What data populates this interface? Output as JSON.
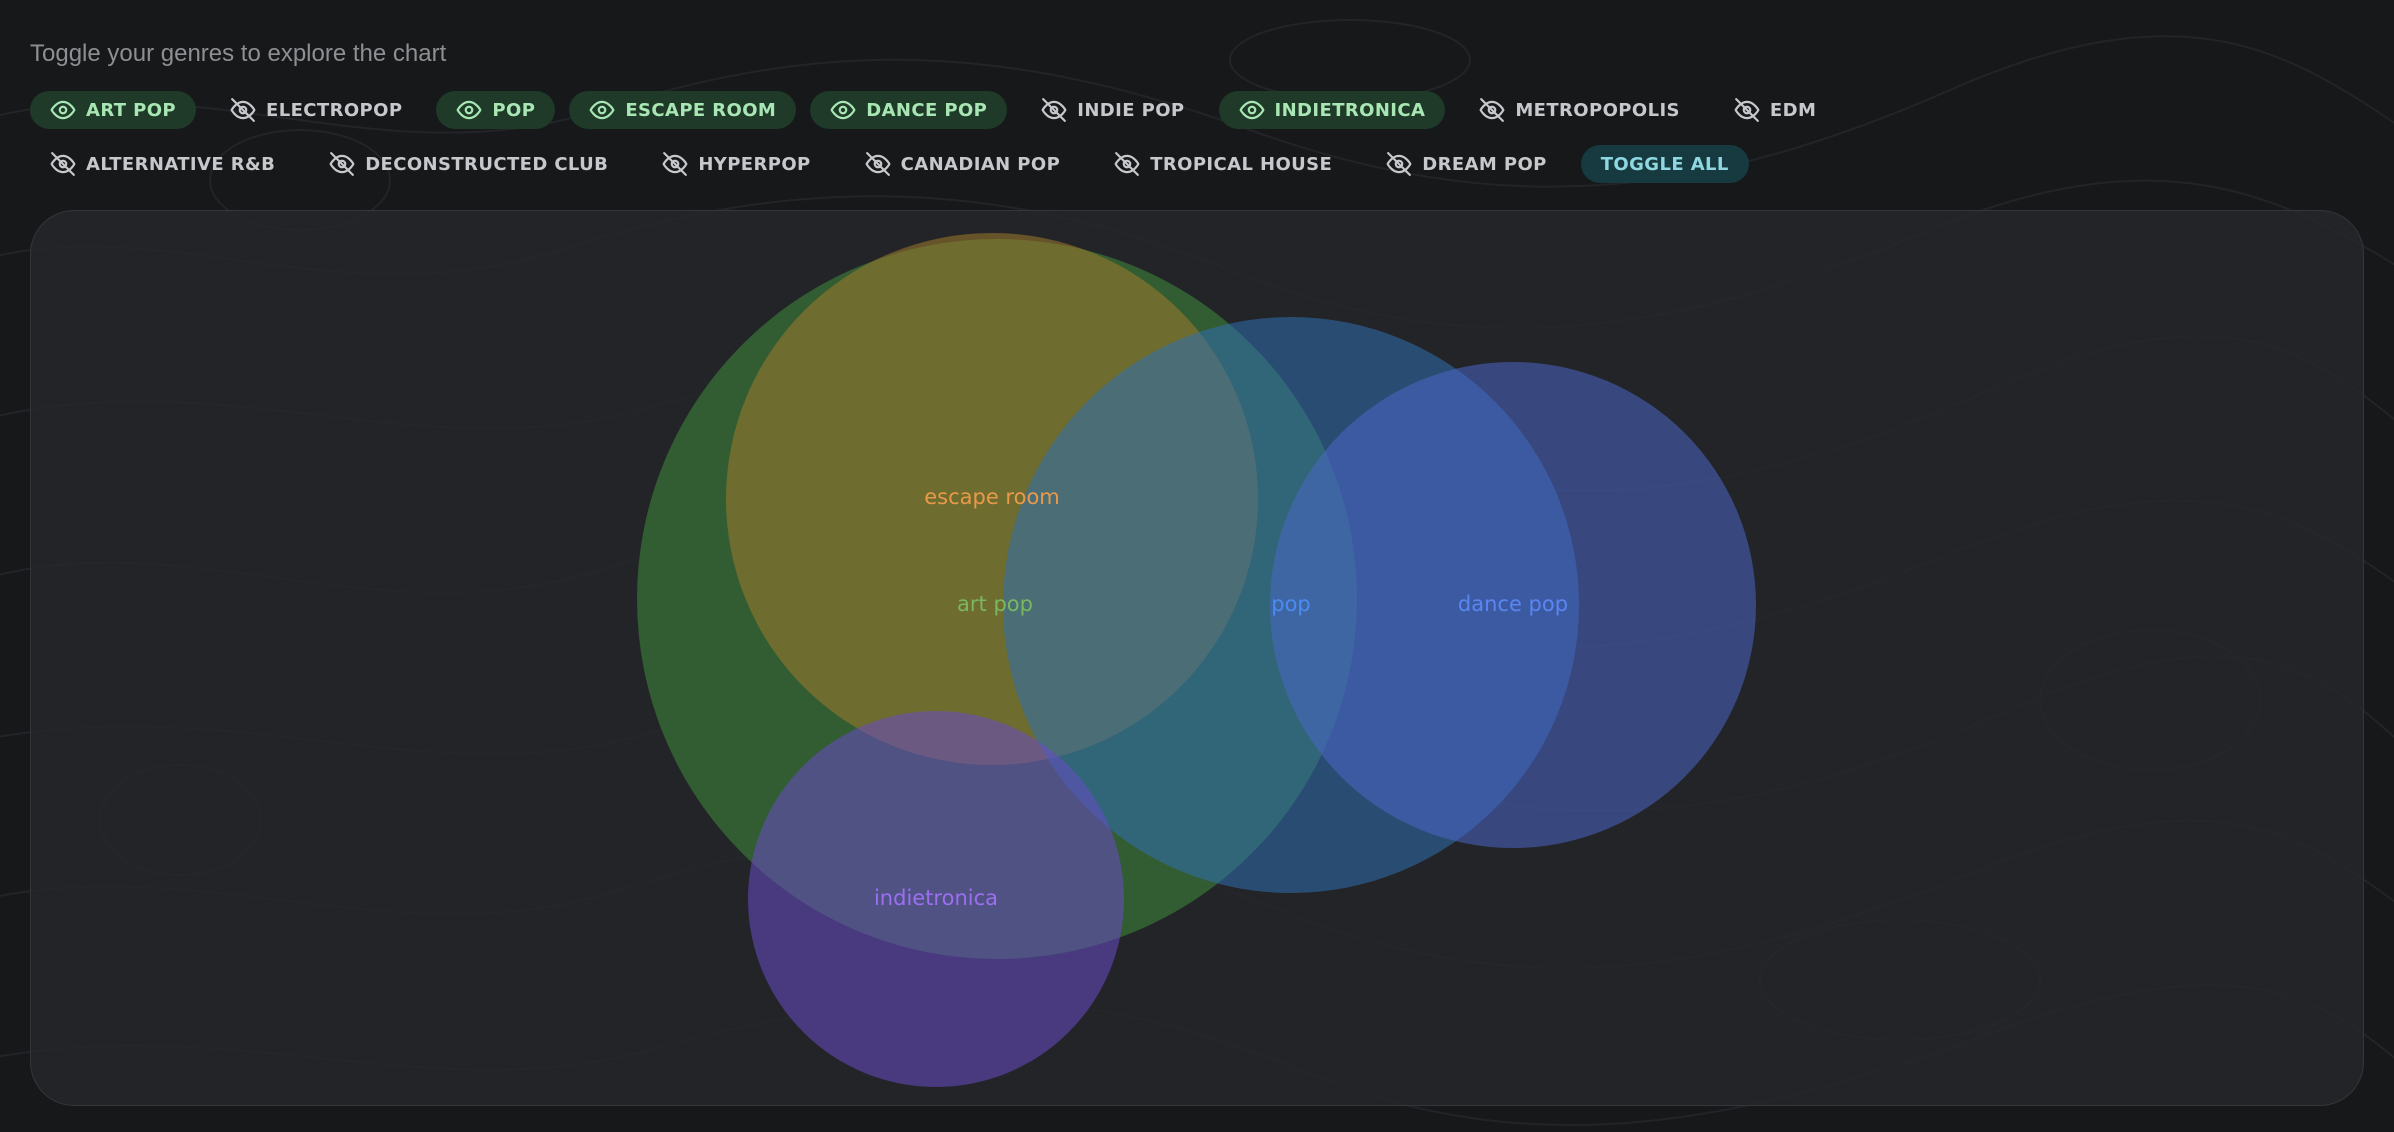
{
  "prompt": "Toggle your genres to explore the chart",
  "genres_row1": [
    {
      "label": "ART POP",
      "active": true
    },
    {
      "label": "ELECTROPOP",
      "active": false
    },
    {
      "label": "POP",
      "active": true
    },
    {
      "label": "ESCAPE ROOM",
      "active": true
    },
    {
      "label": "DANCE POP",
      "active": true
    },
    {
      "label": "INDIE POP",
      "active": false
    },
    {
      "label": "INDIETRONICA",
      "active": true
    },
    {
      "label": "METROPOPOLIS",
      "active": false
    },
    {
      "label": "EDM",
      "active": false
    }
  ],
  "genres_row2": [
    {
      "label": "ALTERNATIVE R&B",
      "active": false
    },
    {
      "label": "DECONSTRUCTED CLUB",
      "active": false
    },
    {
      "label": "HYPERPOP",
      "active": false
    },
    {
      "label": "CANADIAN POP",
      "active": false
    },
    {
      "label": "TROPICAL HOUSE",
      "active": false
    },
    {
      "label": "DREAM POP",
      "active": false
    }
  ],
  "toggle_all_label": "TOGGLE ALL",
  "icons": {
    "active": "eye-icon",
    "inactive": "eye-off-icon"
  },
  "colors": {
    "active_chip_bg": "#1f3a28",
    "active_chip_text": "#a8e6b4",
    "toggle_chip_bg": "#173a40",
    "toggle_chip_text": "#8fd7e0"
  },
  "chart_data": {
    "type": "venn",
    "sets": [
      {
        "name": "art pop",
        "fill": "#3f8a3c",
        "label_color": "#79b860"
      },
      {
        "name": "escape room",
        "fill": "#a07a2c",
        "label_color": "#e89a4a"
      },
      {
        "name": "pop",
        "fill": "#2f6fb0",
        "label_color": "#4c8cf0"
      },
      {
        "name": "dance pop",
        "fill": "#4a66c8",
        "label_color": "#5a86f2"
      },
      {
        "name": "indietronica",
        "fill": "#6a4ac8",
        "label_color": "#9b6ff0"
      }
    ]
  }
}
